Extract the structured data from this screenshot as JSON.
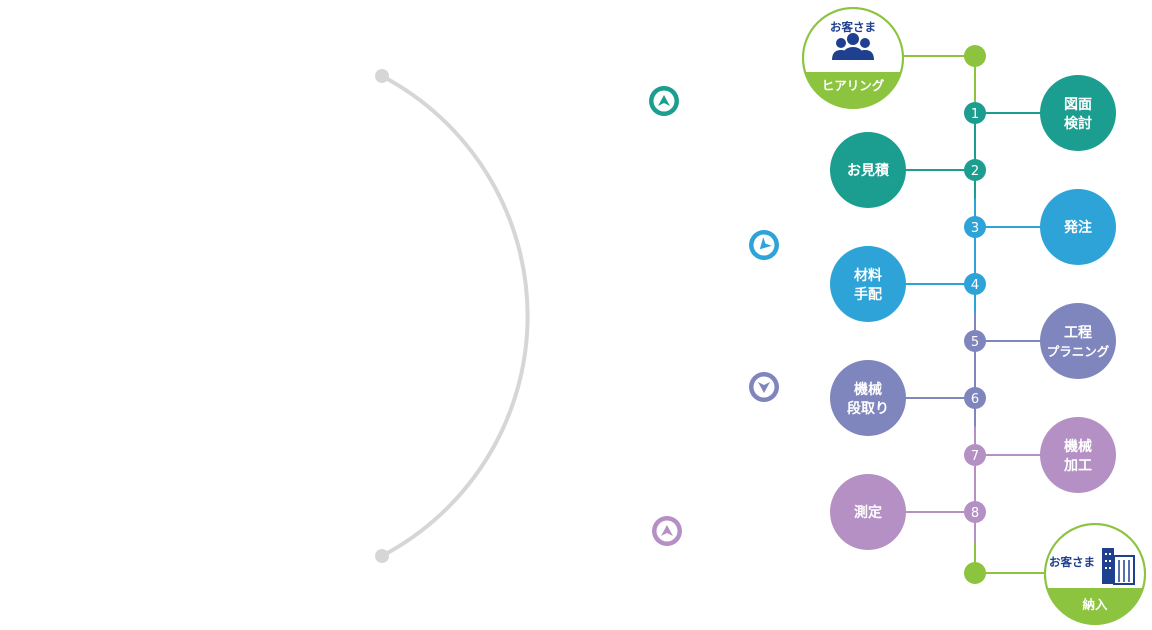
{
  "colors": {
    "teal": "#1b9e8f",
    "blue": "#2ea3d8",
    "indigo": "#7f86bd",
    "lilac": "#b590c4",
    "green": "#8cc43f",
    "arc": "#d6d6d6",
    "navy": "#1f3f8f"
  },
  "customer_start": {
    "top_label": "お客さま",
    "bottom_label": "ヒアリング",
    "icon": "people-icon"
  },
  "customer_end": {
    "top_label": "お客さま",
    "bottom_label": "納入",
    "icon": "building-icon"
  },
  "steps": [
    {
      "number": "1",
      "line1": "図面",
      "line2": "検討",
      "side": "right",
      "color": "teal"
    },
    {
      "number": "2",
      "line1": "お見積",
      "line2": "",
      "side": "left",
      "color": "teal"
    },
    {
      "number": "3",
      "line1": "発注",
      "line2": "",
      "side": "right",
      "color": "blue"
    },
    {
      "number": "4",
      "line1": "材料",
      "line2": "手配",
      "side": "left",
      "color": "blue"
    },
    {
      "number": "5",
      "line1": "工程",
      "line2": "プラニング",
      "side": "right",
      "color": "indigo"
    },
    {
      "number": "6",
      "line1": "機械",
      "line2": "段取り",
      "side": "left",
      "color": "indigo"
    },
    {
      "number": "7",
      "line1": "機械",
      "line2": "加工",
      "side": "right",
      "color": "lilac"
    },
    {
      "number": "8",
      "line1": "測定",
      "line2": "",
      "side": "left",
      "color": "lilac"
    }
  ],
  "arc_markers": [
    {
      "color": "teal",
      "direction": "up",
      "icon": "arrow-marker-icon"
    },
    {
      "color": "blue",
      "direction": "down-left",
      "icon": "arrow-marker-icon"
    },
    {
      "color": "indigo",
      "direction": "down",
      "icon": "arrow-marker-icon"
    },
    {
      "color": "lilac",
      "direction": "up",
      "icon": "arrow-marker-icon"
    }
  ]
}
